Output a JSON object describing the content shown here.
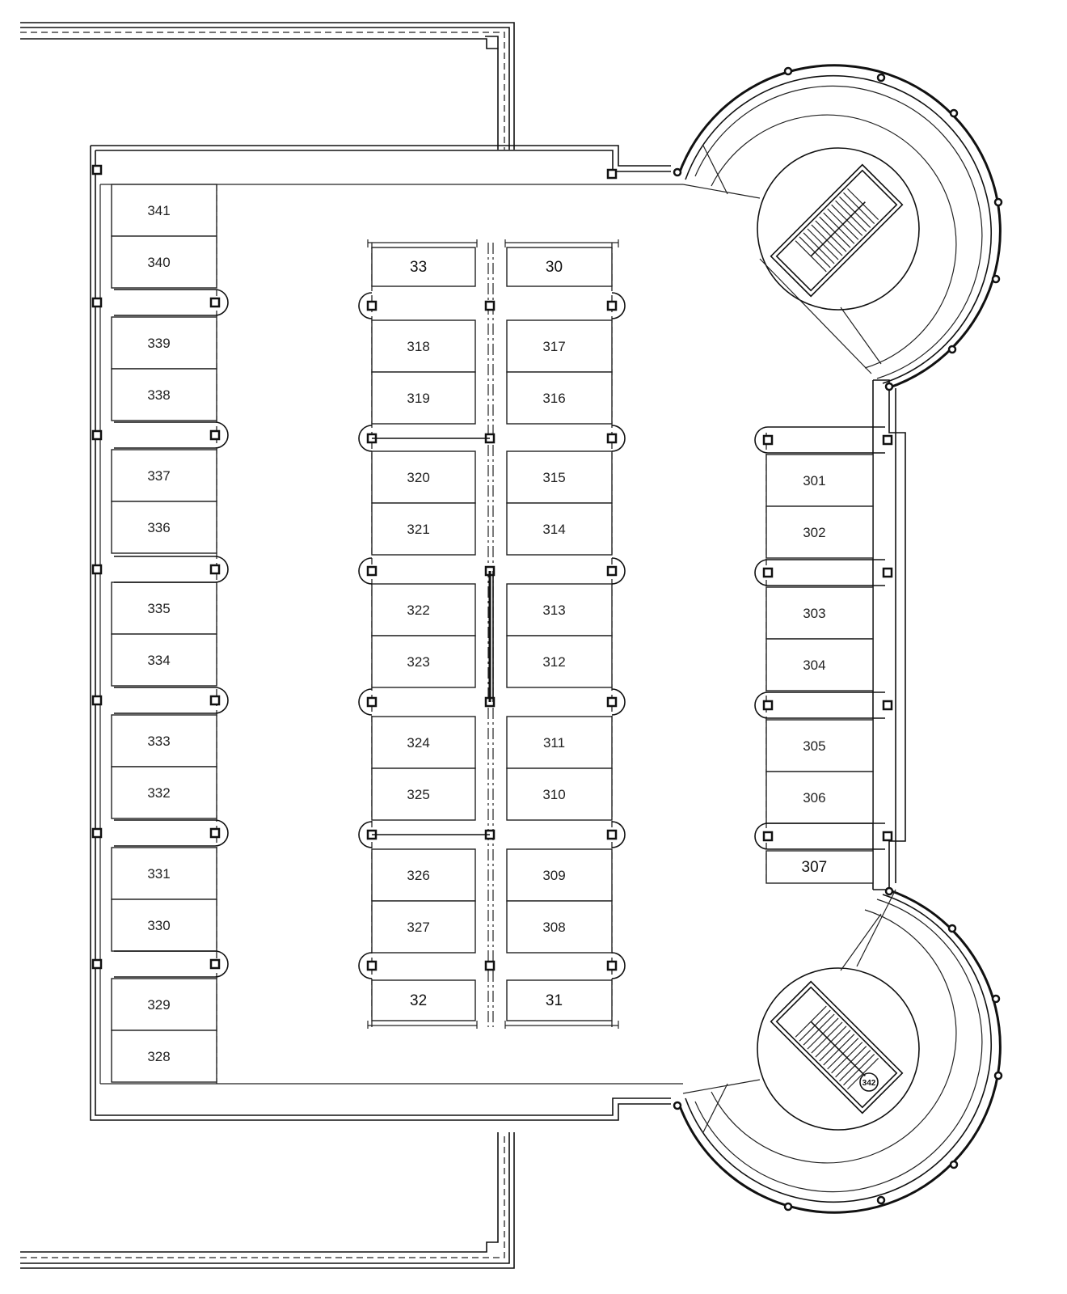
{
  "units": {
    "left": [
      [
        "341",
        "340"
      ],
      [
        "339",
        "338"
      ],
      [
        "337",
        "336"
      ],
      [
        "335",
        "334"
      ],
      [
        "333",
        "332"
      ],
      [
        "331",
        "330"
      ],
      [
        "329",
        "328"
      ]
    ],
    "center_left": [
      [
        "318",
        "319"
      ],
      [
        "320",
        "321"
      ],
      [
        "322",
        "323"
      ],
      [
        "324",
        "325"
      ],
      [
        "326",
        "327"
      ]
    ],
    "center_right": [
      [
        "317",
        "316"
      ],
      [
        "315",
        "314"
      ],
      [
        "313",
        "312"
      ],
      [
        "311",
        "310"
      ],
      [
        "309",
        "308"
      ]
    ],
    "right": [
      [
        "301",
        "302"
      ],
      [
        "303",
        "304"
      ],
      [
        "305",
        "306"
      ]
    ],
    "right_single": "307",
    "top_left": "33",
    "top_right": "30",
    "bottom_left": "32",
    "bottom_right": "31",
    "stair_tag": "342"
  }
}
